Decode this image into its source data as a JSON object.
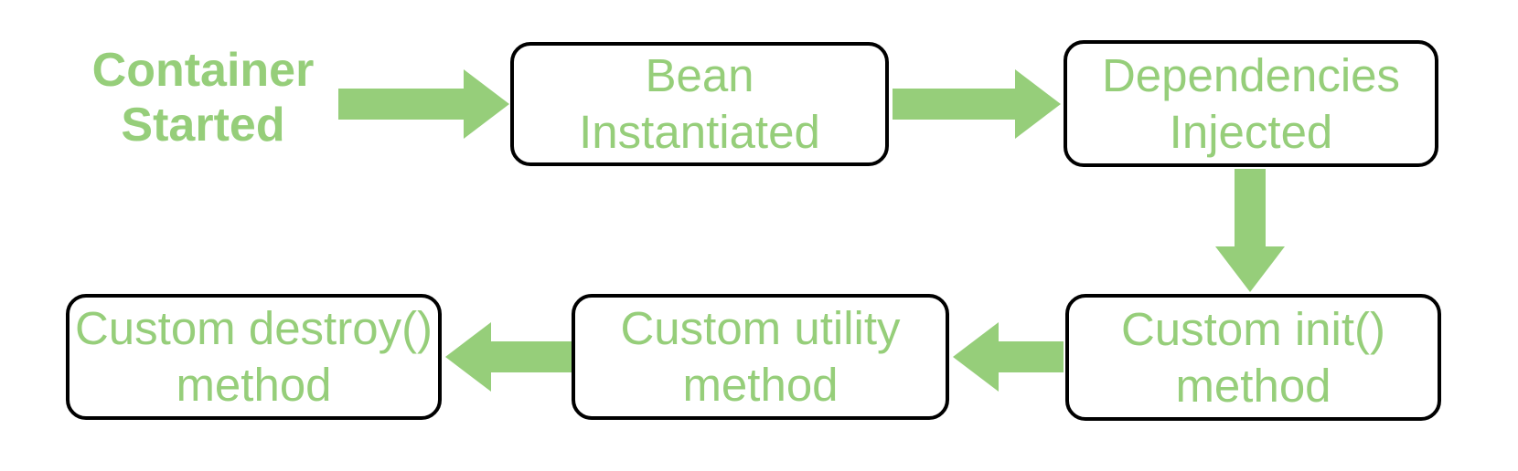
{
  "diagram": {
    "colors": {
      "accent_green": "#96ce7a",
      "node_border": "#000000",
      "background": "#ffffff"
    },
    "nodes": [
      {
        "id": "container-started",
        "label": "Container\nStarted",
        "shape": "plain-text"
      },
      {
        "id": "bean-instantiated",
        "label": "Bean\nInstantiated",
        "shape": "rounded-box"
      },
      {
        "id": "dependencies-injected",
        "label": "Dependencies\nInjected",
        "shape": "rounded-box"
      },
      {
        "id": "custom-init",
        "label": "Custom init()\nmethod",
        "shape": "rounded-box"
      },
      {
        "id": "custom-utility",
        "label": "Custom utility\nmethod",
        "shape": "rounded-box"
      },
      {
        "id": "custom-destroy",
        "label": "Custom destroy()\nmethod",
        "shape": "rounded-box"
      }
    ],
    "arrows": [
      {
        "from": "container-started",
        "to": "bean-instantiated",
        "direction": "right"
      },
      {
        "from": "bean-instantiated",
        "to": "dependencies-injected",
        "direction": "right"
      },
      {
        "from": "dependencies-injected",
        "to": "custom-init",
        "direction": "down"
      },
      {
        "from": "custom-init",
        "to": "custom-utility",
        "direction": "left"
      },
      {
        "from": "custom-utility",
        "to": "custom-destroy",
        "direction": "left"
      }
    ]
  }
}
